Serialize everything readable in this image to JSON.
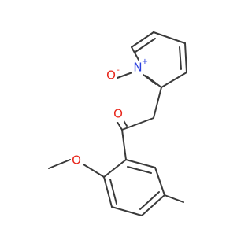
{
  "molecule": {
    "atoms": {
      "O_ox": {
        "label": "O",
        "charge": "-",
        "color": "#e8271c"
      },
      "N": {
        "label": "N",
        "charge": "+",
        "color": "#2a3fe0"
      },
      "O_co": {
        "label": "O",
        "charge": "",
        "color": "#e8271c"
      },
      "O_me": {
        "label": "O",
        "charge": "",
        "color": "#e8271c"
      }
    },
    "bond_color": "#3a3a3a"
  }
}
